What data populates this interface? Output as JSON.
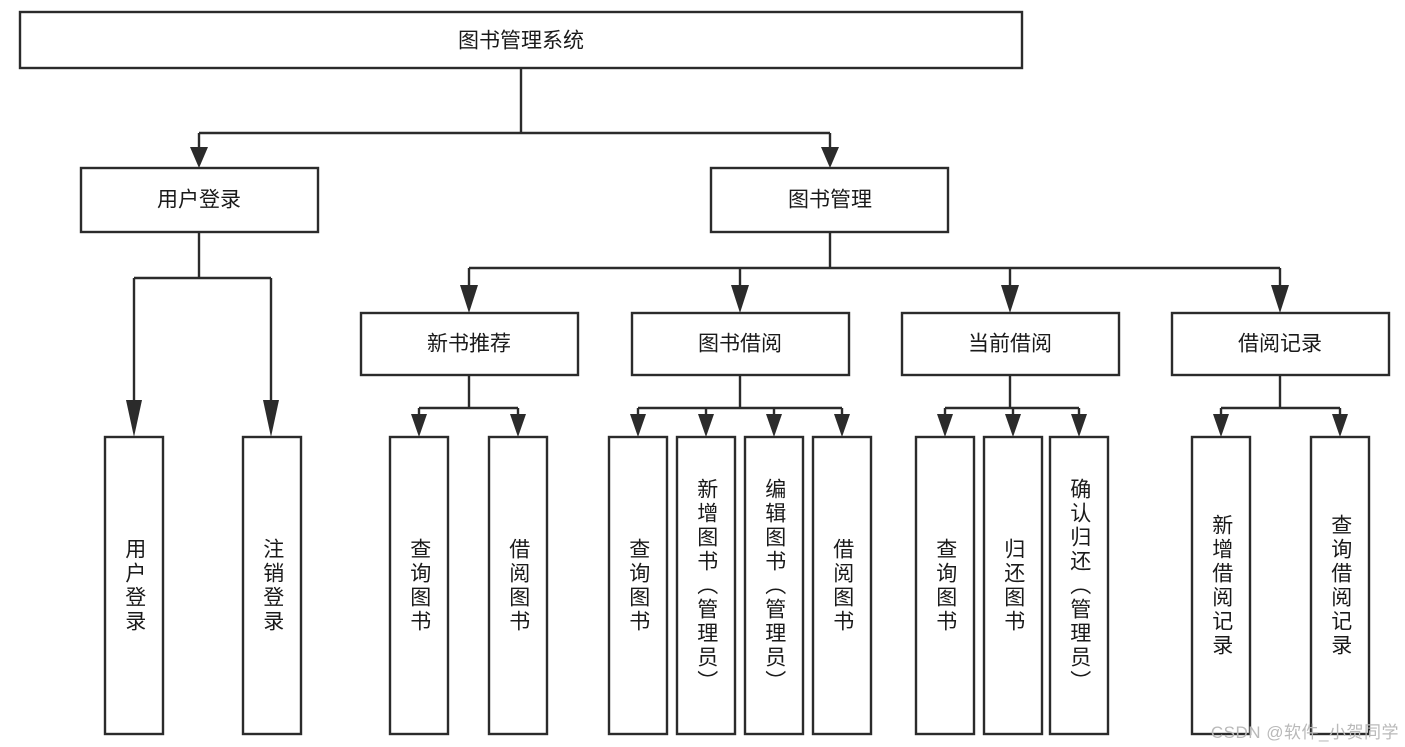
{
  "diagram": {
    "type": "tree-hierarchy",
    "title": "图书管理系统",
    "orientation": "top-down",
    "colors": {
      "box_stroke": "#2b2b2b",
      "box_fill": "#ffffff",
      "connector": "#2b2b2b",
      "text": "#1a1a1a",
      "watermark": "#b9b9b9",
      "background": "#ffffff"
    },
    "root": {
      "label": "图书管理系统"
    },
    "level2": [
      {
        "label": "用户登录"
      },
      {
        "label": "图书管理"
      }
    ],
    "level3": [
      {
        "label": "新书推荐"
      },
      {
        "label": "图书借阅"
      },
      {
        "label": "当前借阅"
      },
      {
        "label": "借阅记录"
      }
    ],
    "leaves": {
      "user_login": [
        {
          "label": "用户登录"
        },
        {
          "label": "注销登录"
        }
      ],
      "new_book_recommend": [
        {
          "label": "查询图书"
        },
        {
          "label": "借阅图书"
        }
      ],
      "book_borrow": [
        {
          "label": "查询图书"
        },
        {
          "label": "新增图书（管理员）"
        },
        {
          "label": "编辑图书（管理员）"
        },
        {
          "label": "借阅图书"
        }
      ],
      "current_borrow": [
        {
          "label": "查询图书"
        },
        {
          "label": "归还图书"
        },
        {
          "label": "确认归还（管理员）"
        }
      ],
      "borrow_record": [
        {
          "label": "新增借阅记录"
        },
        {
          "label": "查询借阅记录"
        }
      ]
    },
    "watermark": "CSDN @软件_小贺同学"
  }
}
